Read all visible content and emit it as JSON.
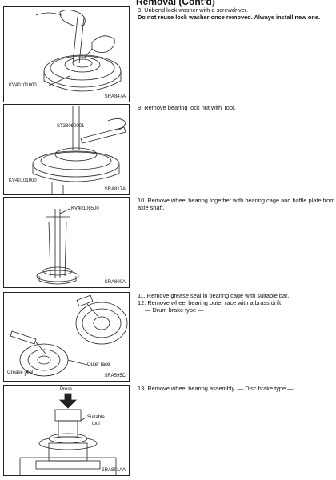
{
  "section_title": "Removal (Cont'd)",
  "figures": [
    {
      "code": "SRA847A",
      "labels": [
        "KV40101000"
      ]
    },
    {
      "code": "SRA817A",
      "labels": [
        "ST38060001",
        "KV40101000"
      ]
    },
    {
      "code": "SRA800A",
      "labels": [
        "KV40106500"
      ]
    },
    {
      "code": "SRA595C",
      "labels": [
        "Outer race",
        "Grease seal"
      ]
    },
    {
      "code": "SRA801AA",
      "labels": [
        "Press",
        "Suitable",
        "tool"
      ]
    }
  ],
  "steps": {
    "s8": "8.  Unbend lock washer with a screwdriver.",
    "s8_warning": "Do not reuse lock washer once removed. Always install new one.",
    "s9": "9.  Remove bearing lock nut with Tool.",
    "s10": "10. Remove wheel bearing together with bearing cage and baffle plate from axle shaft.",
    "s11": "11. Remove grease seal in bearing cage with suitable bar.",
    "s12": "12. Remove wheel bearing outer race with a brass drift.",
    "s12_sub": "— Drum brake type —",
    "s13": "13. Remove wheel bearing assembly. — Disc brake type —"
  }
}
